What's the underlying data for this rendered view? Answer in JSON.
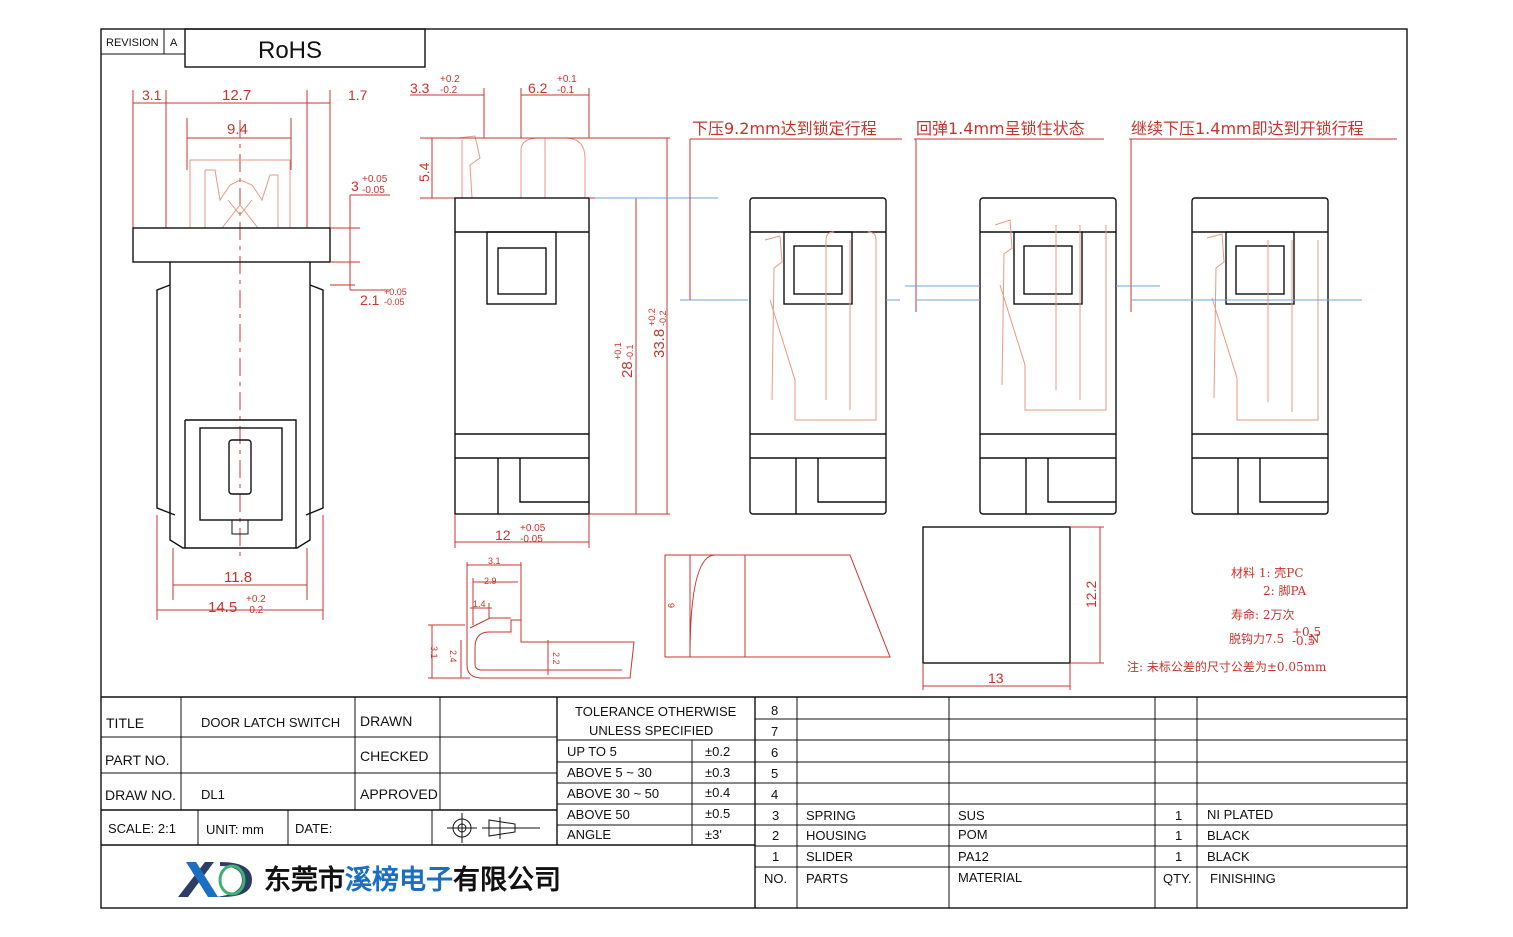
{
  "header": {
    "revision_label": "REVISION",
    "revision_value": "A",
    "rohs": "RoHS"
  },
  "dims": {
    "d31": "3.1",
    "d127": "12.7",
    "d17": "1.7",
    "d94": "9.4",
    "d3": "3",
    "d3_tol_up": "+0.05",
    "d3_tol_dn": "-0.05",
    "d21": "2.1",
    "d21_tol_up": "+0.05",
    "d21_tol_dn": "-0.05",
    "d118": "11.8",
    "d145": "14.5",
    "d145_tol_up": "+0.2",
    "d145_tol_dn": "-0.2",
    "d33": "3.3",
    "d33_tol_up": "+0.2",
    "d33_tol_dn": "-0.2",
    "d62": "6.2",
    "d62_tol_up": "+0.1",
    "d62_tol_dn": "-0.1",
    "d54": "5.4",
    "d28": "28",
    "d28_tol_up": "+0.1",
    "d28_tol_dn": "-0.1",
    "d338": "33.8",
    "d338_tol_up": "+0.2",
    "d338_tol_dn": "-0.2",
    "d12": "12",
    "d12_tol_up": "+0.05",
    "d12_tol_dn": "-0.05",
    "s31": "3.1",
    "s29": "2.9",
    "s14": "1.4",
    "s31v": "3.1",
    "s24": "2.4",
    "s22": "2.2",
    "d9": "9",
    "d122": "12.2",
    "d13": "13"
  },
  "stages": {
    "s1": "下压9.2mm达到锁定行程",
    "s2": "回弹1.4mm呈锁住状态",
    "s3": "继续下压1.4mm即达到开锁行程"
  },
  "notes": {
    "material1": "材料 1: 壳PC",
    "material2": "2: 脚PA",
    "life": "寿命: 2万次",
    "force": "脱钩力7.5",
    "force_up": "+0.5",
    "force_dn": "-0.5",
    "force_unit": "N",
    "tolerance_note": "注: 未标公差的尺寸公差为±0.05mm"
  },
  "title_block": {
    "title_label": "TITLE",
    "title_value": "DOOR LATCH SWITCH",
    "part_label": "PART NO.",
    "part_value": "",
    "draw_label": "DRAW NO.",
    "draw_value": "DL1",
    "drawn_label": "DRAWN",
    "checked_label": "CHECKED",
    "approved_label": "APPROVED",
    "scale_label": "SCALE: 2:1",
    "unit_label": "UNIT: mm",
    "date_label": "DATE:"
  },
  "tolerance": {
    "header1": "TOLERANCE OTHERWISE",
    "header2": "UNLESS SPECIFIED",
    "rows": [
      {
        "range": "UP TO 5",
        "tol": "±0.2"
      },
      {
        "range": "ABOVE 5 ~ 30",
        "tol": "±0.3"
      },
      {
        "range": "ABOVE 30 ~ 50",
        "tol": "±0.4"
      },
      {
        "range": "ABOVE 50",
        "tol": "±0.5"
      },
      {
        "range": "ANGLE",
        "tol": "±3'"
      }
    ]
  },
  "bom": {
    "row_numbers": [
      "8",
      "7",
      "6",
      "5",
      "4"
    ],
    "items": [
      {
        "no": "3",
        "part": "SPRING",
        "material": "SUS",
        "qty": "1",
        "finish": "NI PLATED"
      },
      {
        "no": "2",
        "part": "HOUSING",
        "material": "POM",
        "qty": "1",
        "finish": "BLACK"
      },
      {
        "no": "1",
        "part": "SLIDER",
        "material": "PA12",
        "qty": "1",
        "finish": "BLACK"
      }
    ],
    "header": {
      "no": "NO.",
      "part": "PARTS",
      "material": "MATERIAL",
      "qty": "QTY.",
      "finish": "FINISHING"
    }
  },
  "company": {
    "name_a": "东莞市",
    "name_b": "溪榜电子",
    "name_c": "有限公司",
    "logo_text": "XD"
  },
  "colors": {
    "dimension": "#c8342c",
    "outline": "#111111",
    "center_line": "#6ea6d8",
    "brand_blue": "#1a6fc4"
  }
}
